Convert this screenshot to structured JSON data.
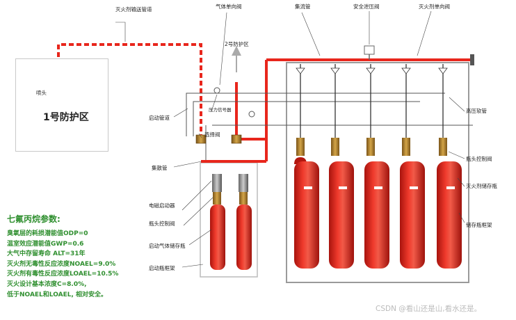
{
  "labels": {
    "agent_delivery_pipe": "灭火剂输送管道",
    "gas_check_valve": "气体单向阀",
    "manifold": "集流管",
    "safety_relief_valve": "安全泄压阀",
    "agent_check_valve": "灭火剂单向阀",
    "zone2": "2号防护区",
    "zone1": "1号防护区",
    "nozzle": "喷头",
    "pressure_switch": "压力信号器",
    "startup_pipe": "启动管道",
    "selector_valve": "选择阀",
    "high_pressure_hose": "高压软管",
    "collector_pipe": "集散管",
    "bottle_head_valve_right": "瓶头控制阀",
    "solenoid_starter": "电磁启动器",
    "agent_storage_bottle": "灭火剂储存瓶",
    "bottle_head_valve_left": "瓶头控制阀",
    "storage_rack_right": "储存瓶框架",
    "pilot_gas_bottle": "启动气体储存瓶",
    "pilot_rack": "启动瓶框架"
  },
  "params": {
    "title": "七氟丙烷参数:",
    "lines": [
      "臭氧层的耗损潜能值ODP=0",
      "温室效应潜能值GWP=0.6",
      "大气中存留寿命 ALT=31年",
      "灭火剂无毒性反应浓度NOAEL=9.0%",
      "灭火剂有毒性反应浓度LOAEL=10.5%",
      "灭火设计基本浓度C=8.0%,",
      "低于NOAEL和LOAEL, 相对安全。"
    ]
  },
  "watermark": "CSDN @看山还是山,看水还是。",
  "colors": {
    "pipe_red": "#e8261c",
    "cylinder_red": "#d9261c",
    "line_gray": "#555555",
    "param_green": "#2f8f2f",
    "valve_brass": "#b8892e"
  }
}
